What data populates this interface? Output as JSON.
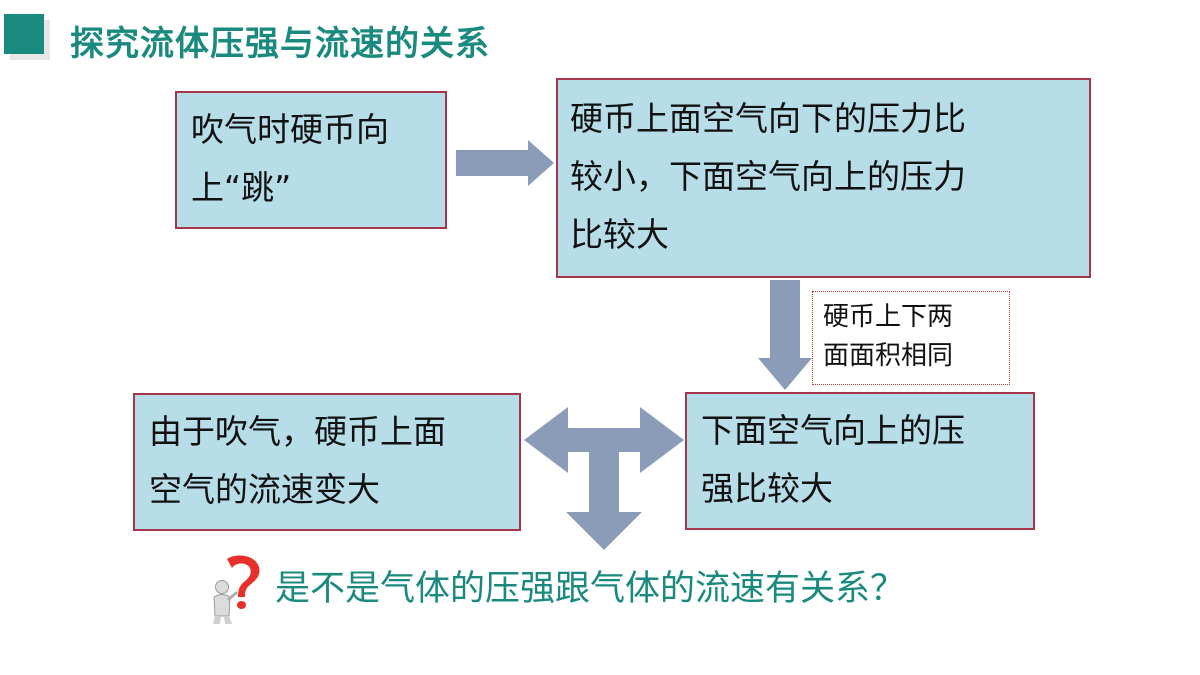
{
  "title": "探究流体压强与流速的关系",
  "box1": {
    "line1": "吹气时硬币向",
    "line2": "上“跳”"
  },
  "box2": {
    "line1": "硬币上面空气向下的压力比",
    "line2": "较小，下面空气向上的压力",
    "line3": "比较大"
  },
  "note": {
    "line1": "硬币上下两",
    "line2": "面面积相同"
  },
  "box3": {
    "line1": "由于吹气，硬币上面",
    "line2": "空气的流速变大"
  },
  "box4": {
    "line1": "下面空气向上的压",
    "line2": "强比较大"
  },
  "question": "是不是气体的压强跟气体的流速有关系？",
  "colors": {
    "accent": "#1a8a7e",
    "box_fill": "#b7dde8",
    "box_border": "#a6364a",
    "arrow": "#8a9cb8",
    "question_mark": "#e8302a"
  }
}
